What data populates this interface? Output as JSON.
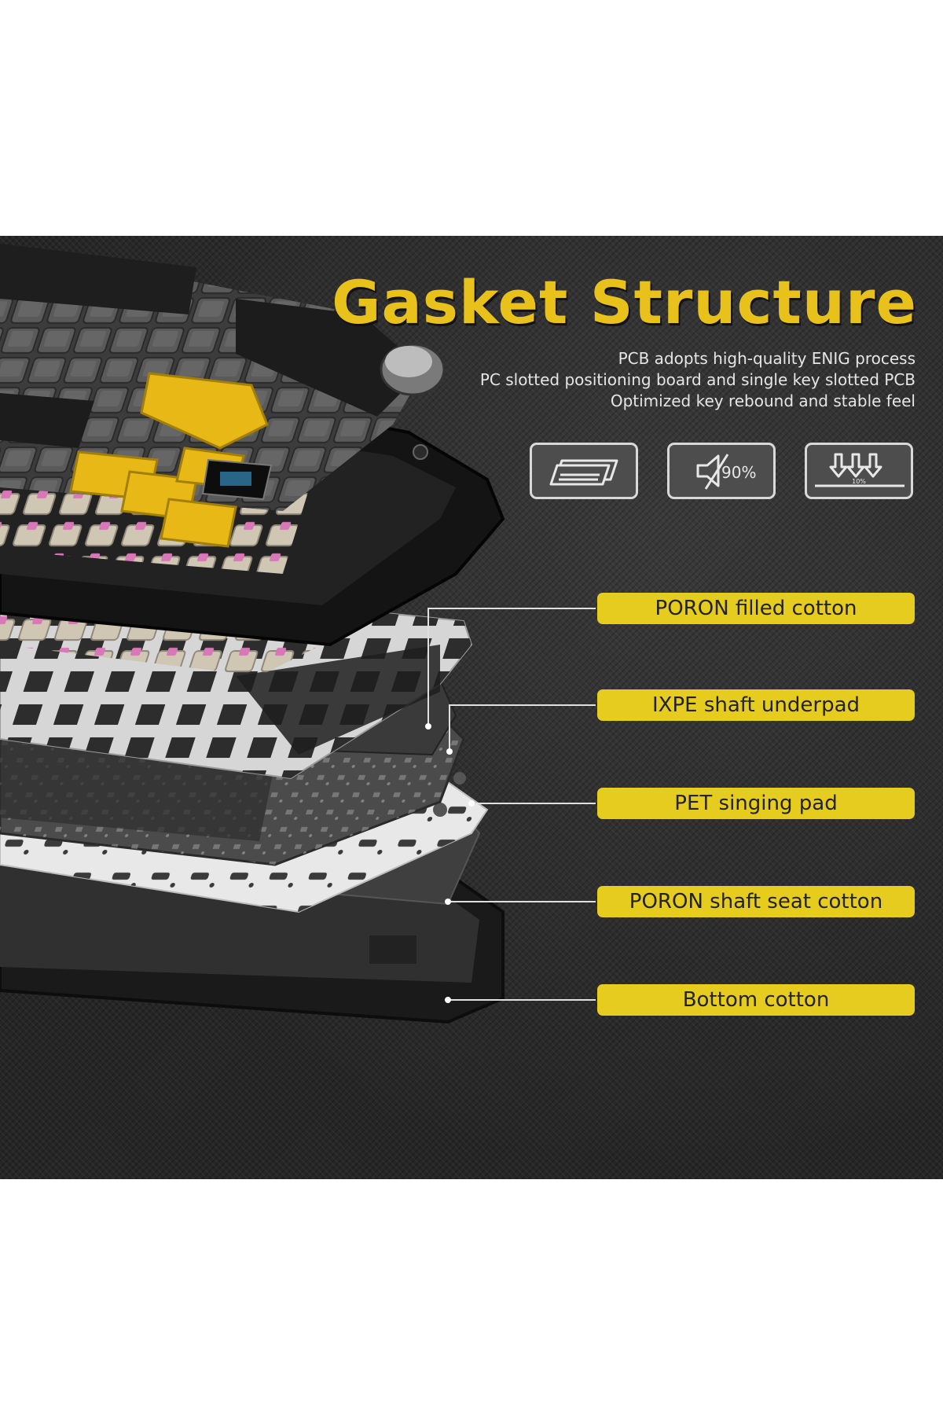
{
  "title": "Gasket Structure",
  "features": [
    "PCB adopts high-quality ENIG process",
    "PC slotted positioning board and single key slotted PCB",
    "Optimized key rebound and stable feel"
  ],
  "icons": [
    {
      "name": "pcb-layers-icon"
    },
    {
      "name": "sound-mute-icon",
      "text": "90%"
    },
    {
      "name": "rebound-arrows-icon",
      "text": "10%"
    }
  ],
  "layers": [
    "PORON filled cotton",
    "IXPE shaft underpad",
    "PET singing pad",
    "PORON shaft seat cotton",
    "Bottom cotton"
  ],
  "colors": {
    "accent": "#e6cc1f",
    "title": "#e8c21a",
    "background": "#2c2c2c",
    "text": "#e6e6e6"
  }
}
